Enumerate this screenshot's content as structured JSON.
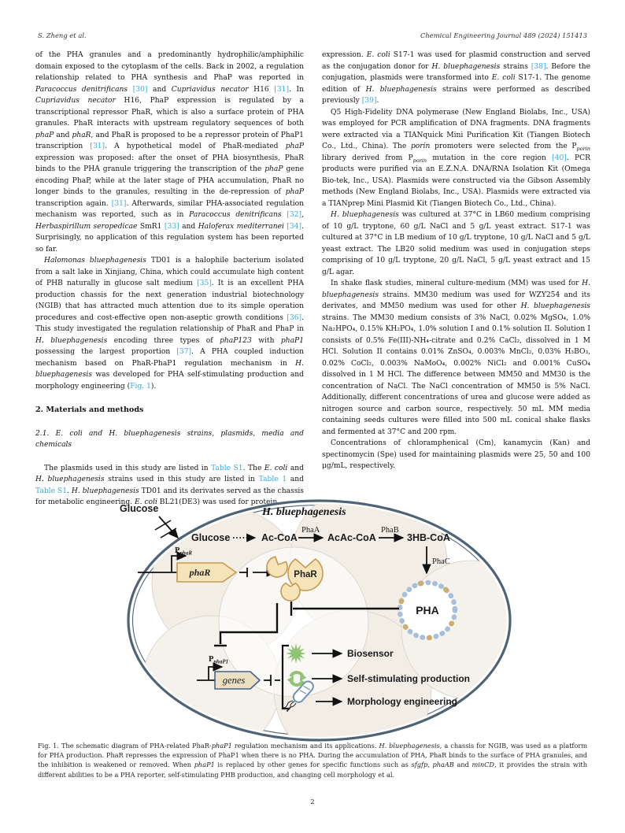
{
  "colors": {
    "citation_link": "#36a9e1",
    "membrane": "#4f6377",
    "gene_fill": "#f6e3b8",
    "gene_stroke": "#c49a52",
    "genes_box_fill": "#ece0c4",
    "genes_box_stroke": "#47628a",
    "granule_blue": "#a6bfda",
    "granule_tan": "#cfae6d",
    "app_green": "#8fc474",
    "interior_circle": "#f2eee6"
  },
  "header": {
    "authors": "S. Zheng et al.",
    "journal": "Chemical Engineering Journal 489 (2024) 151413"
  },
  "left_column": {
    "paragraphs": [
      [
        "of the PHA granules and a predominantly hydrophilic/amphiphilic domain exposed to the cytoplasm of the cells. Back in 2002, a regulation relationship related to PHA synthesis and PhaP was reported in ",
        {
          "t": "Paracoccus denitrificans",
          "s": "i"
        },
        " ",
        {
          "t": "[30]",
          "s": "c"
        },
        " and ",
        {
          "t": "Cupriavidus necator",
          "s": "i"
        },
        " H16 ",
        {
          "t": "[31]",
          "s": "c"
        },
        ". In ",
        {
          "t": "Cupriavidus necator",
          "s": "i"
        },
        " H16, PhaP expression is regulated by a transcriptional repressor PhaR, which is also a surface protein of PHA granules. PhaR interacts with upstream regulatory sequences of both ",
        {
          "t": "phaP",
          "s": "i"
        },
        " and ",
        {
          "t": "phaR",
          "s": "i"
        },
        ", and PhaR is proposed to be a repressor protein of PhaP1 transcription ",
        {
          "t": "[31]",
          "s": "c"
        },
        ". A hypothetical model of PhaR-mediated ",
        {
          "t": "phaP",
          "s": "i"
        },
        " expression was proposed: after the onset of PHA biosynthesis, PhaR binds to the PHA granule triggering the transcription of the ",
        {
          "t": "phaP",
          "s": "i"
        },
        " gene encoding PhaP, while at the later stage of PHA accumulation, PhaR no longer binds to the granules, resulting in the de-repression of ",
        {
          "t": "phaP",
          "s": "i"
        },
        " transcription again. ",
        {
          "t": "[31]",
          "s": "c"
        },
        ". Afterwards, similar PHA-associated regulation mechanism was reported, such as in ",
        {
          "t": "Paracoccus denitrificans",
          "s": "i"
        },
        " ",
        {
          "t": "[32]",
          "s": "c"
        },
        ", ",
        {
          "t": "Herbaspirillum seropedicae",
          "s": "i"
        },
        " SmR1 ",
        {
          "t": "[33]",
          "s": "c"
        },
        " and ",
        {
          "t": "Haloferax mediterranei",
          "s": "i"
        },
        " ",
        {
          "t": "[34]",
          "s": "c"
        },
        ". Surprisingly, no application of this regulation system has been reported so far."
      ],
      [
        {
          "t": "Halomonas bluephagenesis",
          "s": "i"
        },
        " TD01 is a halophile bacterium isolated from a salt lake in Xinjiang, China, which could accumulate high content of PHB naturally in glucose salt medium ",
        {
          "t": "[35]",
          "s": "c"
        },
        ". It is an excellent PHA production chassis for the next generation industrial biotechnology (NGIB) that has attracted much attention due to its simple operation procedures and cost-effective open non-aseptic growth conditions ",
        {
          "t": "[36]",
          "s": "c"
        },
        ". This study investigated the regulation relationship of PhaR and PhaP in ",
        {
          "t": "H. bluephagenesis",
          "s": "i"
        },
        " encoding three types of ",
        {
          "t": "phaP123",
          "s": "i"
        },
        " with ",
        {
          "t": "phaP1",
          "s": "i"
        },
        " possessing the largest proportion ",
        {
          "t": "[37]",
          "s": "c"
        },
        ". A PHA coupled induction mechanism based on PhaR-PhaP1 regulation mechanism in ",
        {
          "t": "H. bluephagenesis",
          "s": "i"
        },
        " was developed for PHA self-stimulating production and morphology engineering (",
        {
          "t": "Fig. 1",
          "s": "c"
        },
        ")."
      ],
      [
        "The plasmids used in this study are listed in ",
        {
          "t": "Table S1",
          "s": "c"
        },
        ". The ",
        {
          "t": "E. coli",
          "s": "i"
        },
        " and ",
        {
          "t": "H. bluephagenesis",
          "s": "i"
        },
        " strains used in this study are listed in ",
        {
          "t": "Table 1",
          "s": "c"
        },
        " and ",
        {
          "t": "Table S1",
          "s": "c"
        },
        ". ",
        {
          "t": "H. bluephagenesis",
          "s": "i"
        },
        " TD01 and its derivates served as the chassis for metabolic engineering. ",
        {
          "t": "E. coli",
          "s": "i"
        },
        " BL21(DE3) was used for protein"
      ]
    ],
    "section_heading": "2. Materials and methods",
    "subsection_heading": "2.1. E. coli and H. bluephagenesis strains, plasmids, media and chemicals"
  },
  "right_column": {
    "paragraphs": [
      [
        "expression. ",
        {
          "t": "E. coli",
          "s": "i"
        },
        " S17-1 was used for plasmid construction and served as the conjugation donor for ",
        {
          "t": "H. bluephagenesis",
          "s": "i"
        },
        " strains ",
        {
          "t": "[38]",
          "s": "c"
        },
        ". Before the conjugation, plasmids were transformed into ",
        {
          "t": "E. coli",
          "s": "i"
        },
        " S17-1. The genome edition of ",
        {
          "t": "H. bluephagenesis",
          "s": "i"
        },
        " strains were performed as described previously ",
        {
          "t": "[39]",
          "s": "c"
        },
        "."
      ],
      [
        "Q5 High-Fidelity DNA polymerase (New England Biolabs, Inc., USA) was employed for PCR amplification of DNA fragments. DNA fragments were extracted via a TIANquick Mini Purification Kit (Tiangen Biotech Co., Ltd., China). The ",
        {
          "t": "porin",
          "s": "i"
        },
        " promoters were selected from the P",
        {
          "t": "porin",
          "s": "sub"
        },
        " library derived from P",
        {
          "t": "porin",
          "s": "sub"
        },
        " mutation in the core region ",
        {
          "t": "[40]",
          "s": "c"
        },
        ". PCR products were purified via an E.Z.N.A. DNA/RNA Isolation Kit (Omega Bio-tek, Inc., USA). Plasmids were constructed via the Gibson Assembly methods (New England Biolabs, Inc., USA). Plasmids were extracted via a TIANprep Mini Plasmid Kit (Tiangen Biotech Co., Ltd., China)."
      ],
      [
        {
          "t": "H. bluephagenesis",
          "s": "i"
        },
        " was cultured at 37°C in LB60 medium comprising of 10 g/L tryptone, 60 g/L NaCl and 5 g/L yeast extract. S17-1 was cultured at 37°C in LB medium of 10 g/L tryptone, 10 g/L NaCl and 5 g/L yeast extract. The LB20 solid medium was used in conjugation steps comprising of 10 g/L tryptone, 20 g/L NaCl, 5 g/L yeast extract and 15 g/L agar."
      ],
      [
        "In shake flask studies, mineral culture-medium (MM) was used for ",
        {
          "t": "H. bluephagenesis",
          "s": "i"
        },
        " strains. MM30 medium was used for WZY254 and its derivates, and MM50 medium was used for other ",
        {
          "t": "H. bluephagenesis",
          "s": "i"
        },
        " strains. The MM30 medium consists of 3% NaCl, 0.02% MgSO₄, 1.0% Na₂HPO₄, 0.15% KH₂PO₄, 1.0% solution I and 0.1% solution II. Solution I consists of 0.5% Fe(III)-NH₄-citrate and 0.2% CaCl₂, dissolved in 1 M HCl. Solution II contains 0.01% ZnSO₄, 0.003% MnCl₂, 0.03% H₃BO₃, 0.02% CoCl₂, 0.003% NaMoO₄, 0.002% NiCl₂ and 0.001% CuSO₄ dissolved in 1 M HCl. The difference between MM50 and MM30 is the concentration of NaCl. The NaCl concentration of MM50 is 5% NaCl. Additionally, different concentrations of urea and glucose were added as nitrogen source and carbon source, respectively. 50 mL MM media containing seeds cultures were filled into 500 mL conical shake flasks and fermented at 37°C and 200 rpm."
      ],
      [
        "Concentrations of chloramphenical (Cm), kanamycin (Kan) and spectinomycin (Spe) used for maintaining plasmids were 25, 50 and 100 μg/mL, respectively."
      ]
    ]
  },
  "figure": {
    "cell_label": "H. bluephagenesis",
    "glucose_external": "Glucose",
    "pathway": {
      "glucose": "Glucose",
      "ac_coa": "Ac-CoA",
      "phaA": "PhaA",
      "acac_coa": "AcAc-CoA",
      "phaB": "PhaB",
      "hb_coa": "3HB-CoA",
      "phaC": "PhaC"
    },
    "phaR_promoter": {
      "base": "P",
      "sub": "phaR"
    },
    "phaR_gene": "phaR",
    "phaR_protein": "PhaR",
    "granule_label": "PHA",
    "phaP1_promoter": {
      "base": "P",
      "sub": "phaP1"
    },
    "genes_label": "genes",
    "applications": [
      {
        "icon": "starburst-icon",
        "label": "Biosensor"
      },
      {
        "icon": "recycle-icon",
        "label": "Self-stimulating production"
      },
      {
        "icon": "bacterium-icon",
        "label": "Morphology engineering"
      }
    ]
  },
  "caption": [
    "Fig. 1.  The schematic diagram of PHA-related PhaR-",
    {
      "t": "phaP1",
      "s": "i"
    },
    " regulation mechanism and its applications. ",
    {
      "t": "H. bluephagenesis",
      "s": "i"
    },
    ", a chassis for NGIB, was used as a platform for PHA production. PhaR represses the expression of PhaP1 when there is no PHA. During the accumulation of PHA, PhaR binds to the surface of PHA granules, and the inhibition is weakened or removed. When ",
    {
      "t": "phaP1",
      "s": "i"
    },
    " is replaced by other genes for specific functions such as ",
    {
      "t": "sfgfp",
      "s": "i"
    },
    ", ",
    {
      "t": "phaAB",
      "s": "i"
    },
    " and ",
    {
      "t": "minCD",
      "s": "i"
    },
    ", it provides the strain with different abilities to be a PHA reporter, self-stimulating PHB production, and changing cell morphology et al."
  ],
  "footer": {
    "page_number": "2"
  }
}
